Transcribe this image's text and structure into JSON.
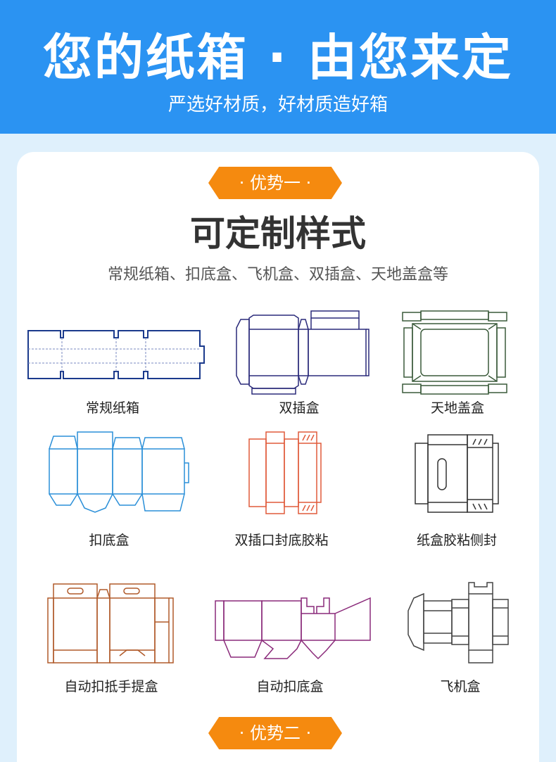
{
  "header": {
    "title": "您的纸箱 · 由您来定",
    "subtitle": "严选好材质，好材质造好箱"
  },
  "section1": {
    "badge": "· 优势一 ·",
    "title": "可定制样式",
    "description": "常规纸箱、扣底盒、飞机盒、双插盒、天地盖盒等"
  },
  "boxes": [
    {
      "label": "常规纸箱",
      "color": "#1b3a8c"
    },
    {
      "label": "双插盒",
      "color": "#2a2a7a"
    },
    {
      "label": "天地盖盒",
      "color": "#3a5a3a"
    },
    {
      "label": "扣底盒",
      "color": "#2a8fd8"
    },
    {
      "label": "双插口封底胶粘",
      "color": "#e05a3a"
    },
    {
      "label": "纸盒胶粘侧封",
      "color": "#333333"
    },
    {
      "label": "自动扣抵手提盒",
      "color": "#b05a2a"
    },
    {
      "label": "自动扣底盒",
      "color": "#8a2a7a"
    },
    {
      "label": "飞机盒",
      "color": "#444444"
    }
  ],
  "section2": {
    "badge": "· 优势二 ·"
  },
  "colors": {
    "header_bg": "#2b93f2",
    "badge_bg": "#f58a0f",
    "page_bg": "#dff0fc"
  }
}
